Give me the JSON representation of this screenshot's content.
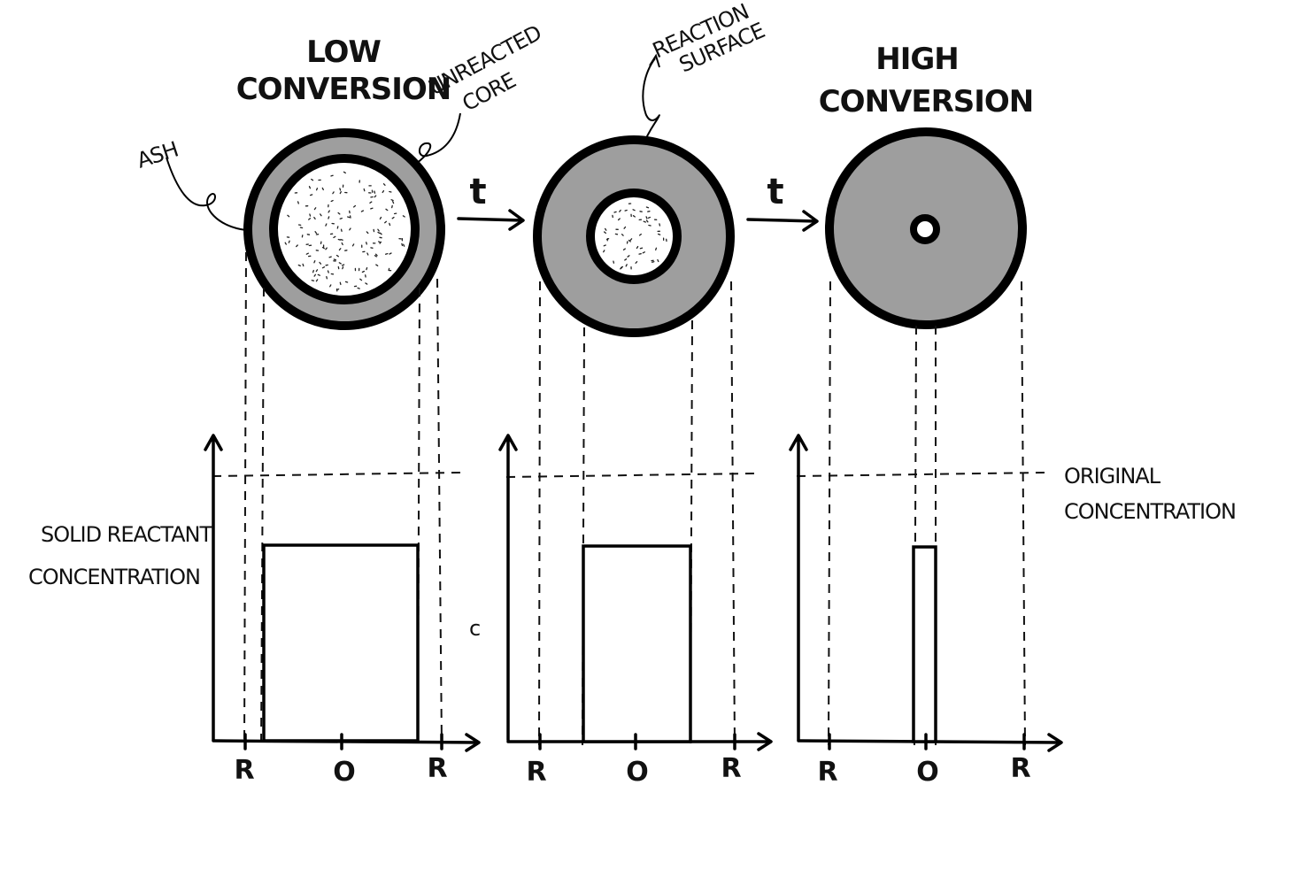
{
  "labels": {
    "low_conversion": [
      "LOW",
      "CONVERSION"
    ],
    "high_conversion": [
      "HIGH",
      "CONVERSION"
    ],
    "ash": "ASH",
    "unreacted_core": [
      "UNREACTED",
      "CORE"
    ],
    "reaction_surface": [
      "REACTION",
      "SURFACE"
    ],
    "solid_reactant_concentration": [
      "SOLID REACTANT",
      "CONCENTRATION"
    ],
    "original_concentration": [
      "ORIGINAL",
      "CONCENTRATION"
    ],
    "time_arrow": "t",
    "stray_mark": "c"
  },
  "axis_ticks": [
    "R",
    "O",
    "R"
  ],
  "stages": [
    {
      "name": "low-conversion",
      "core_radius_fraction": 0.75,
      "reactant_concentration_fraction": 0.74
    },
    {
      "name": "intermediate-conversion",
      "core_radius_fraction": 0.46,
      "reactant_concentration_fraction": 0.74
    },
    {
      "name": "high-conversion",
      "core_radius_fraction": 0.09,
      "reactant_concentration_fraction": 0.74
    }
  ],
  "colors": {
    "ash": "#9e9e9e",
    "core": "#ffffff",
    "ink": "#000000"
  }
}
